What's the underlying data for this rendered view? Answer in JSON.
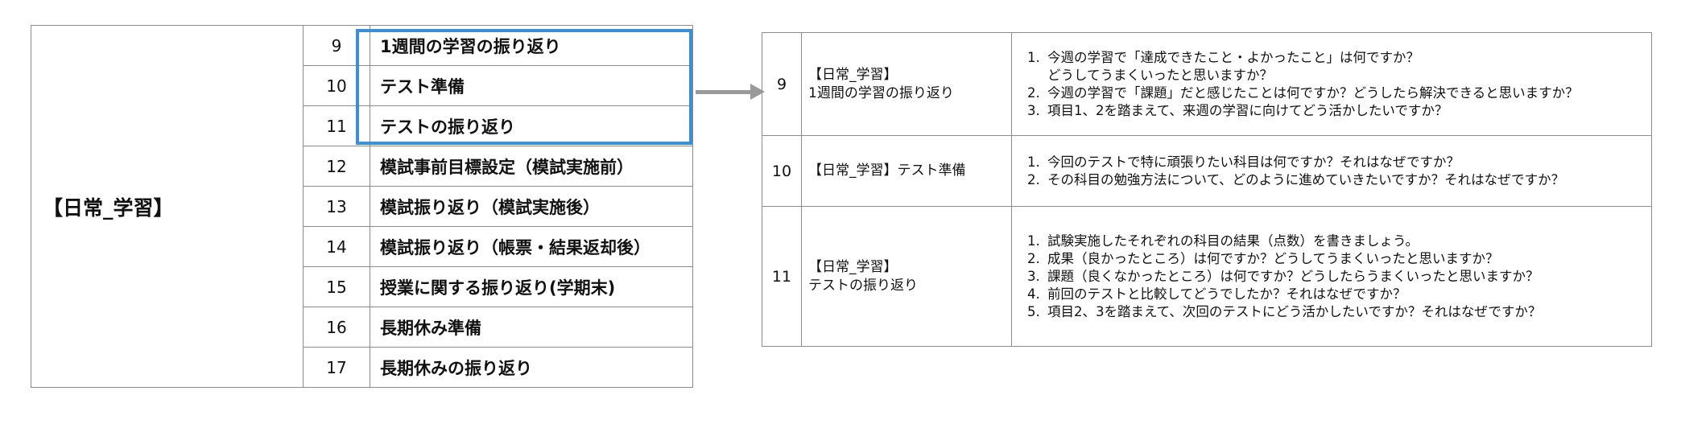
{
  "left_table": {
    "category": "【日常_学習】",
    "rows": [
      {
        "num": "9",
        "name": "1週間の学習の振り返り"
      },
      {
        "num": "10",
        "name": "テスト準備"
      },
      {
        "num": "11",
        "name": "テストの振り返り"
      },
      {
        "num": "12",
        "name": "模試事前目標設定（模試実施前）"
      },
      {
        "num": "13",
        "name": "模試振り返り（模試実施後）"
      },
      {
        "num": "14",
        "name": "模試振り返り（帳票・結果返却後）"
      },
      {
        "num": "15",
        "name": "授業に関する振り返り(学期末)"
      },
      {
        "num": "16",
        "name": "長期休み準備"
      },
      {
        "num": "17",
        "name": "長期休みの振り返り"
      }
    ]
  },
  "highlight_color": "#3b8fd6",
  "right_table": {
    "rows": [
      {
        "num": "9",
        "title_line1": "【日常_学習】",
        "title_line2": "1週間の学習の振り返り",
        "questions": [
          [
            "今週の学習で「達成できたこと・よかったこと」は何ですか？",
            "どうしてうまくいったと思いますか？"
          ],
          [
            "今週の学習で「課題」だと感じたことは何ですか？どうしたら解決できると思いますか？"
          ],
          [
            "項目1、2を踏まえて、来週の学習に向けてどう活かしたいですか？"
          ]
        ]
      },
      {
        "num": "10",
        "title_line1": "【日常_学習】テスト準備",
        "title_line2": "",
        "questions": [
          [
            "今回のテストで特に頑張りたい科目は何ですか？それはなぜですか？"
          ],
          [
            "その科目の勉強方法について、どのように進めていきたいですか？それはなぜですか？"
          ]
        ]
      },
      {
        "num": "11",
        "title_line1": "【日常_学習】",
        "title_line2": "テストの振り返り",
        "questions": [
          [
            "試験実施したそれぞれの科目の結果（点数）を書きましょう。"
          ],
          [
            "成果（良かったところ）は何ですか？どうしてうまくいったと思いますか？"
          ],
          [
            "課題（良くなかったところ）は何ですか？どうしたらうまくいったと思いますか？"
          ],
          [
            "前回のテストと比較してどうでしたか？それはなぜですか？"
          ],
          [
            "項目2、3を踏まえて、次回のテストにどう活かしたいですか？それはなぜですか？"
          ]
        ]
      }
    ]
  }
}
